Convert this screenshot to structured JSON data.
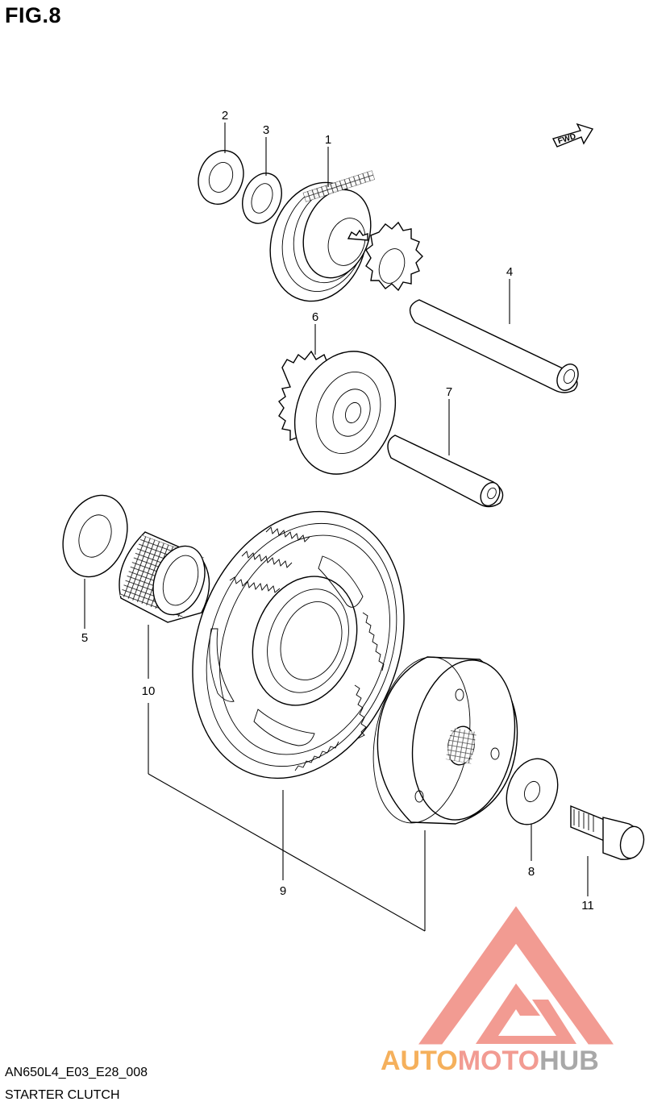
{
  "figure_title": "FIG.8",
  "direction_tag": "FWD",
  "callouts": [
    "1",
    "2",
    "3",
    "4",
    "5",
    "6",
    "7",
    "8",
    "9",
    "10",
    "11"
  ],
  "diagram_code": "AN650L4_E03_E28_008",
  "caption": "STARTER CLUTCH",
  "watermark": {
    "part1": "AUTO",
    "part2": "MOTO",
    "part3": "HUB",
    "color_primary": "#f4a340",
    "color_secondary": "#f08a80",
    "color_dark": "#9a9a9a"
  }
}
